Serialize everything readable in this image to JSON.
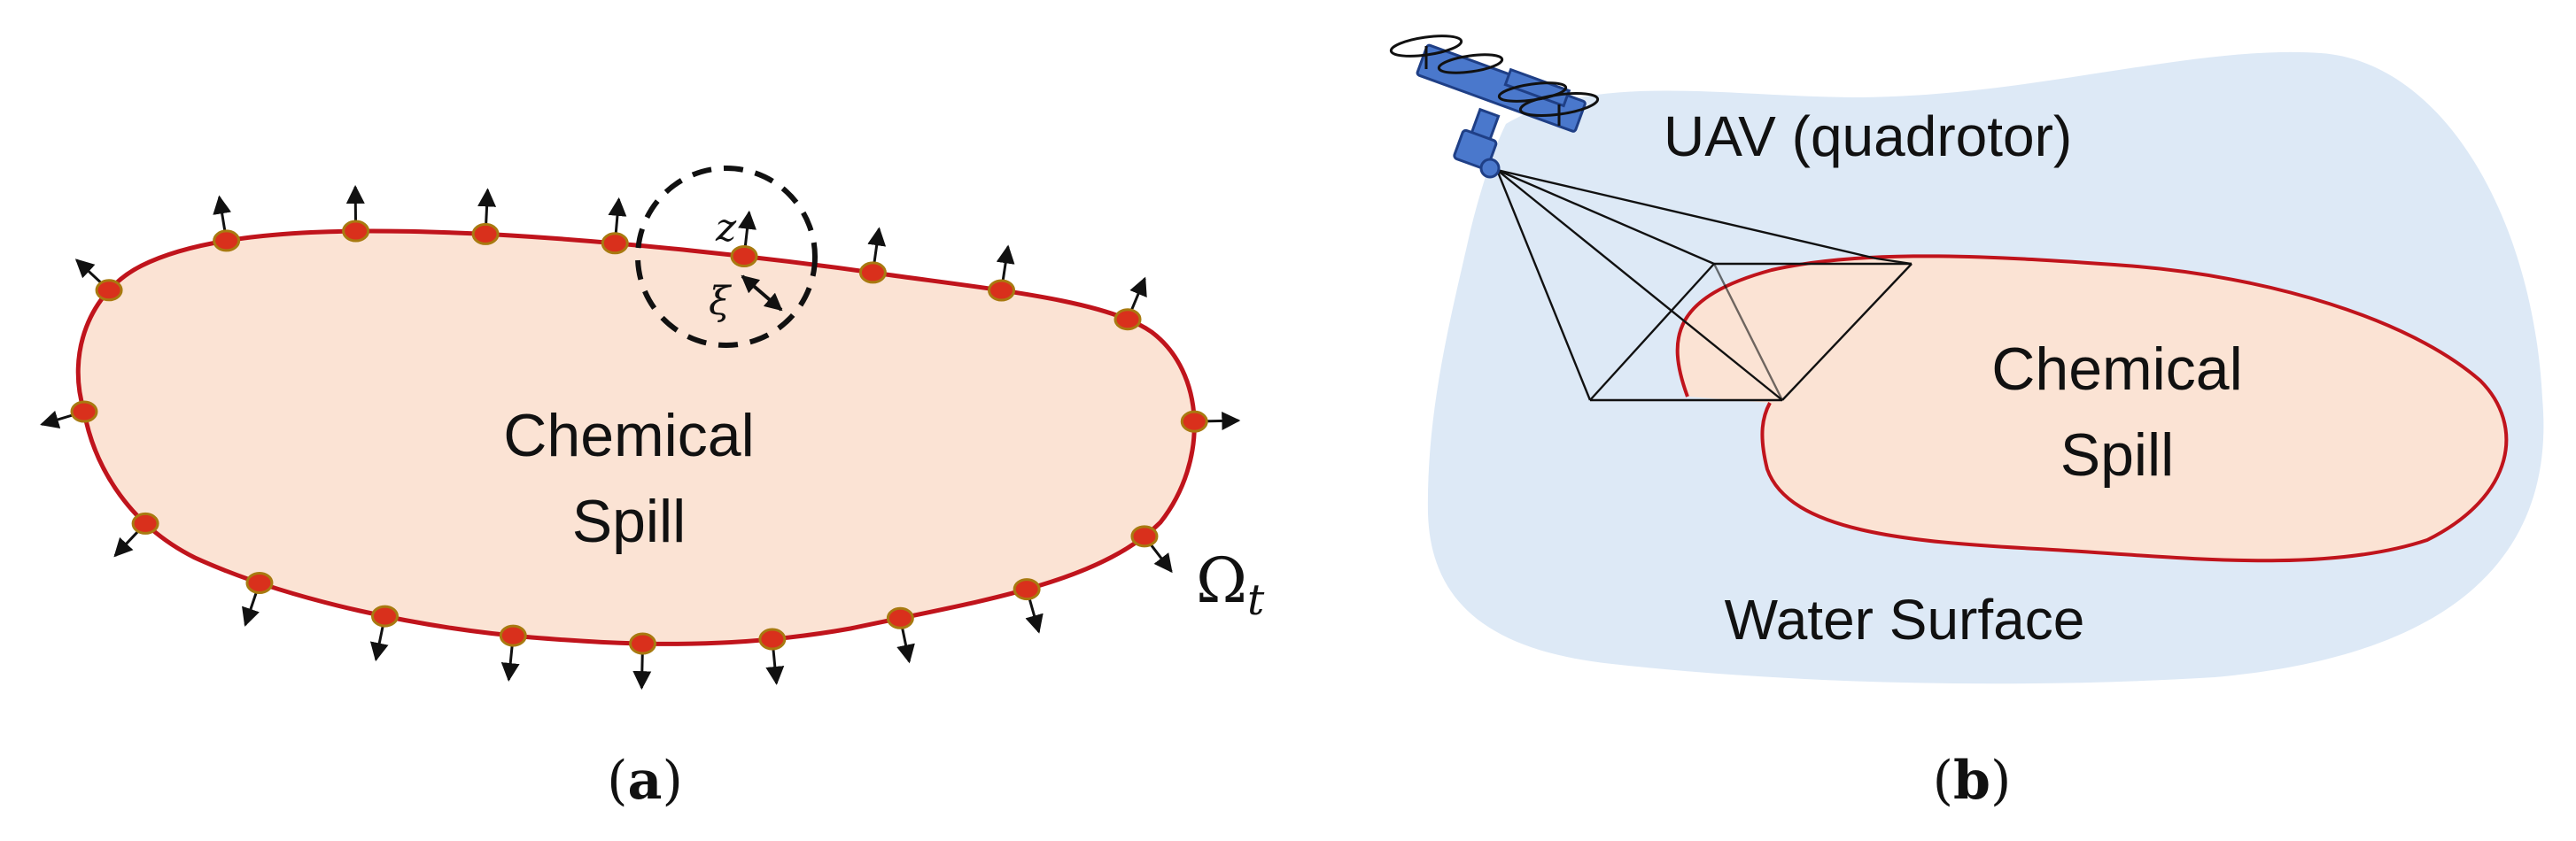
{
  "panel_a": {
    "region_label_line1": "Chemical",
    "region_label_line2": "Spill",
    "boundary_label": "Ω",
    "boundary_subscript": "t",
    "marker_z": "z",
    "marker_xi": "ξ",
    "caption_open": "(",
    "caption_letter": "a",
    "caption_close": ")"
  },
  "panel_b": {
    "uav_label": "UAV (quadrotor)",
    "region_label_line1": "Chemical",
    "region_label_line2": "Spill",
    "water_label": "Water Surface",
    "caption_open": "(",
    "caption_letter": "b",
    "caption_close": ")"
  },
  "colors": {
    "spill_fill": "#fbe3d4",
    "spill_stroke": "#c0141c",
    "agent_fill": "#d9301c",
    "agent_stroke": "#a87a10",
    "water_fill": "#dde9f6",
    "uav_body": "#4a78cc",
    "uav_stroke": "#1f3f86",
    "arrow": "#111111"
  }
}
